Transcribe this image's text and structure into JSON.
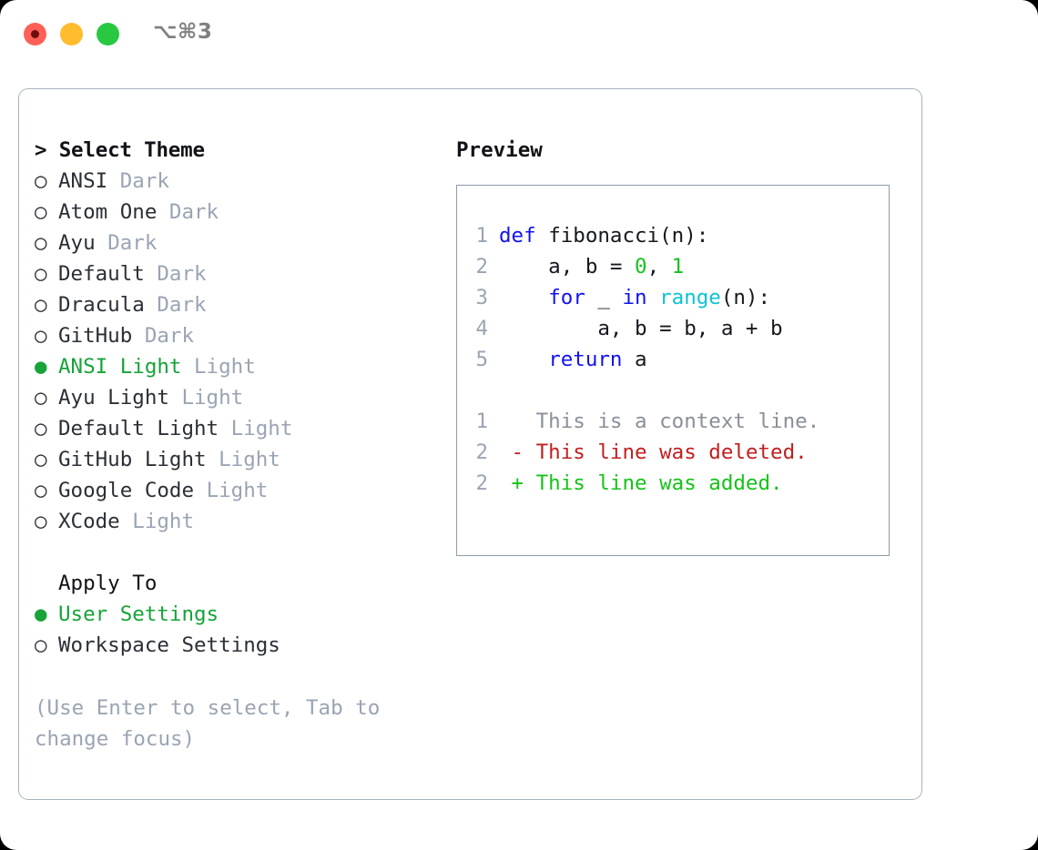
{
  "window": {
    "shortcut_label": "⌥⌘3",
    "traffic_lights": [
      "close",
      "minimize",
      "maximize"
    ]
  },
  "theme_list": {
    "title": "> Select Theme",
    "selected_index": 6,
    "items": [
      {
        "marker": "○",
        "name": "ANSI",
        "kind": "Dark",
        "selected": false
      },
      {
        "marker": "○",
        "name": "Atom One",
        "kind": "Dark",
        "selected": false
      },
      {
        "marker": "○",
        "name": "Ayu",
        "kind": "Dark",
        "selected": false
      },
      {
        "marker": "○",
        "name": "Default",
        "kind": "Dark",
        "selected": false
      },
      {
        "marker": "○",
        "name": "Dracula",
        "kind": "Dark",
        "selected": false
      },
      {
        "marker": "○",
        "name": "GitHub",
        "kind": "Dark",
        "selected": false
      },
      {
        "marker": "●",
        "name": "ANSI Light",
        "kind": "Light",
        "selected": true
      },
      {
        "marker": "○",
        "name": "Ayu Light",
        "kind": "Light",
        "selected": false
      },
      {
        "marker": "○",
        "name": "Default Light",
        "kind": "Light",
        "selected": false
      },
      {
        "marker": "○",
        "name": "GitHub Light",
        "kind": "Light",
        "selected": false
      },
      {
        "marker": "○",
        "name": "Google Code",
        "kind": "Light",
        "selected": false
      },
      {
        "marker": "○",
        "name": "XCode",
        "kind": "Light",
        "selected": false
      }
    ]
  },
  "apply_to": {
    "title": "Apply To",
    "items": [
      {
        "marker": "●",
        "name": "User Settings",
        "selected": true
      },
      {
        "marker": "○",
        "name": "Workspace Settings",
        "selected": false
      }
    ]
  },
  "hint": "(Use Enter to select, Tab to change focus)",
  "preview": {
    "title": "Preview",
    "code": [
      {
        "ln": "1",
        "tokens": [
          {
            "t": "def ",
            "c": "kw"
          },
          {
            "t": "fibonacci(n):",
            "c": "txt"
          }
        ]
      },
      {
        "ln": "2",
        "tokens": [
          {
            "t": "    a, b = ",
            "c": "txt"
          },
          {
            "t": "0",
            "c": "num"
          },
          {
            "t": ", ",
            "c": "txt"
          },
          {
            "t": "1",
            "c": "num"
          }
        ]
      },
      {
        "ln": "3",
        "tokens": [
          {
            "t": "    ",
            "c": "txt"
          },
          {
            "t": "for",
            "c": "kw"
          },
          {
            "t": " _ ",
            "c": "txt"
          },
          {
            "t": "in",
            "c": "kw"
          },
          {
            "t": " ",
            "c": "txt"
          },
          {
            "t": "range",
            "c": "fn"
          },
          {
            "t": "(n):",
            "c": "txt"
          }
        ]
      },
      {
        "ln": "4",
        "tokens": [
          {
            "t": "        a, b = b, a + b",
            "c": "txt"
          }
        ]
      },
      {
        "ln": "5",
        "tokens": [
          {
            "t": "    ",
            "c": "txt"
          },
          {
            "t": "return",
            "c": "kw"
          },
          {
            "t": " a",
            "c": "txt"
          }
        ]
      }
    ],
    "diff": [
      {
        "ln": "1",
        "sign": " ",
        "text": " This is a context line.",
        "kind": "ctx"
      },
      {
        "ln": "2",
        "sign": "-",
        "text": " This line was deleted.",
        "kind": "del"
      },
      {
        "ln": "2",
        "sign": "+",
        "text": " This line was added.",
        "kind": "add"
      }
    ]
  },
  "colors": {
    "accent_green": "#16a338",
    "muted": "#9aa4b3",
    "keyword": "#1212ee",
    "function": "#0ec3d4",
    "number": "#16c21a",
    "diff_deleted": "#c02020",
    "diff_added": "#16c21a",
    "panel_border": "#a8b2c1"
  }
}
